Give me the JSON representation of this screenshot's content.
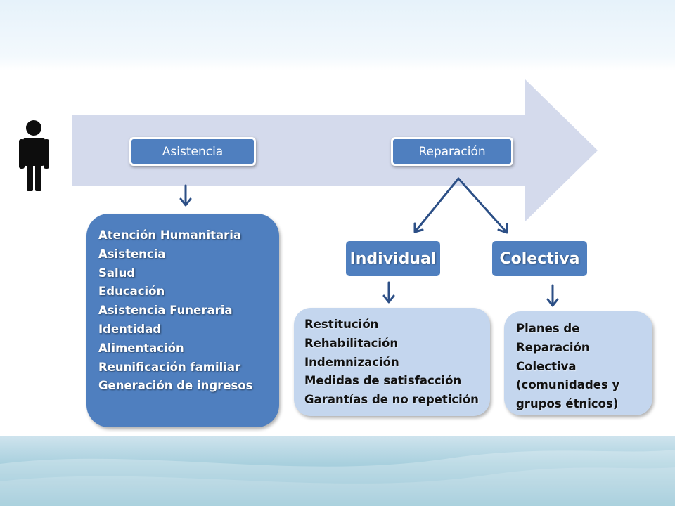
{
  "person_icon": "person-icon",
  "colors": {
    "arrow_band": "#d4daec",
    "box_blue": "#4f7fbf",
    "box_light": "#c4d6ee",
    "connector": "#2c4f86"
  },
  "flow": {
    "asistencia_label": "Asistencia",
    "reparacion_label": "Reparación"
  },
  "branches": {
    "individual_label": "Individual",
    "colectiva_label": "Colectiva"
  },
  "asistencia_items": [
    "Atención Humanitaria",
    "Asistencia",
    "Salud",
    "Educación",
    "Asistencia Funeraria",
    "Identidad",
    "Alimentación",
    "Reunificación familiar",
    "Generación de ingresos"
  ],
  "individual_items": [
    "Restitución",
    "Rehabilitación",
    "Indemnización",
    "Medidas de satisfacción",
    "Garantías de no repetición"
  ],
  "colectiva_items": [
    "Planes de",
    "Reparación",
    "Colectiva",
    "(comunidades y",
    "grupos étnicos)"
  ]
}
